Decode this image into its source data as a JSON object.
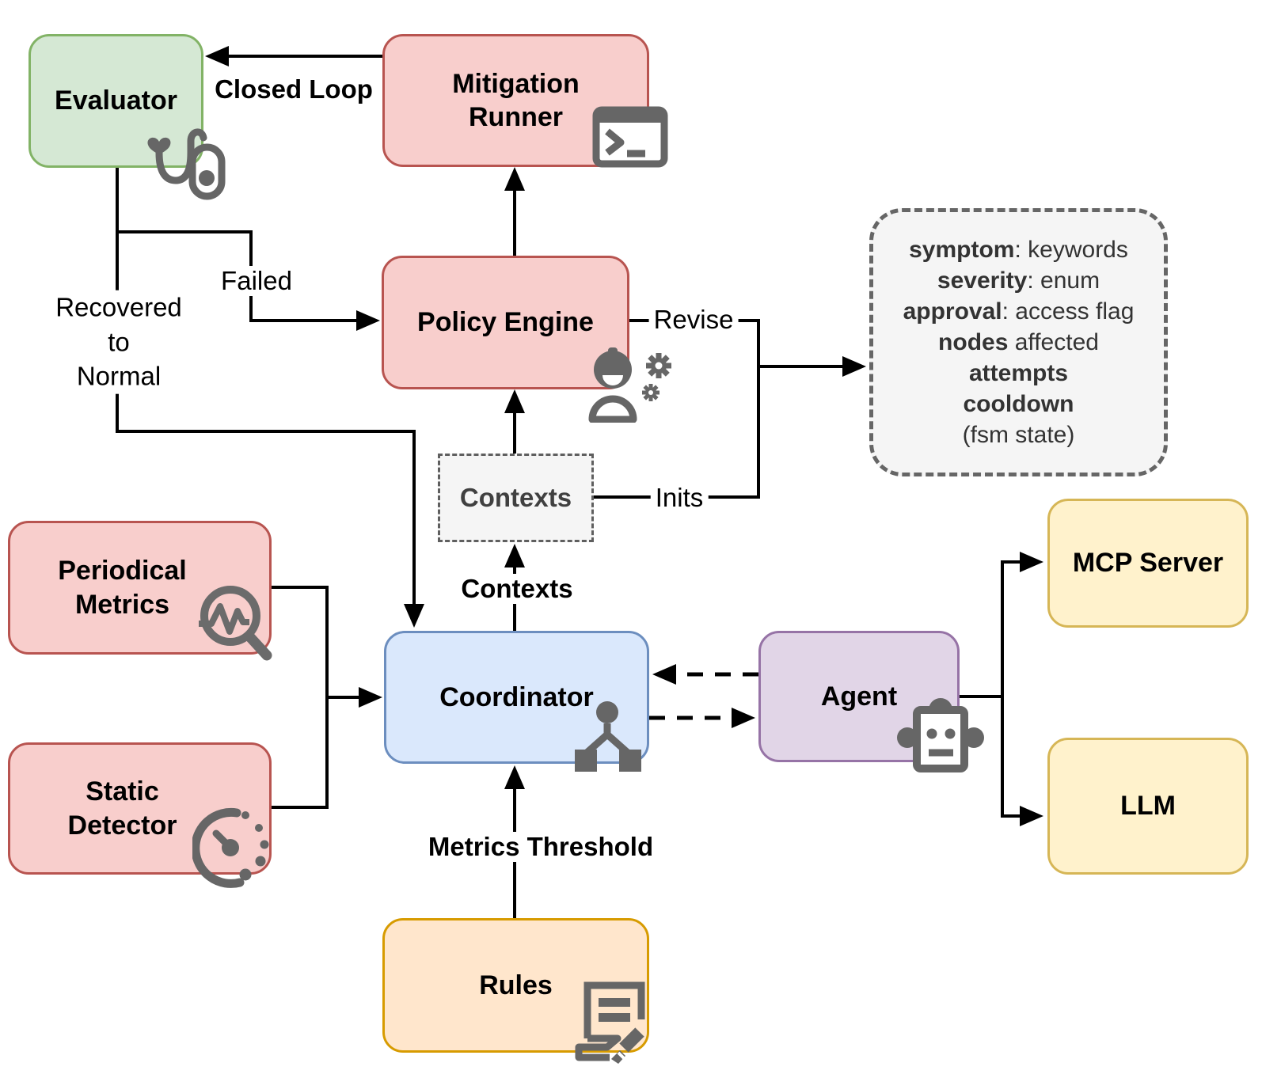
{
  "diagram": {
    "nodes": {
      "evaluator": {
        "label": "Evaluator"
      },
      "mitigation_runner": {
        "label": "Mitigation Runner"
      },
      "policy_engine": {
        "label": "Policy Engine"
      },
      "contexts": {
        "label": "Contexts"
      },
      "coordinator": {
        "label": "Coordinator"
      },
      "agent": {
        "label": "Agent"
      },
      "mcp_server": {
        "label": "MCP Server"
      },
      "llm": {
        "label": "LLM"
      },
      "rules": {
        "label": "Rules"
      },
      "periodical_metrics": {
        "label": "Periodical Metrics"
      },
      "static_detector": {
        "label": "Static Detector"
      }
    },
    "state_box": {
      "lines": [
        {
          "b": "symptom",
          "r": ": keywords"
        },
        {
          "b": "severity",
          "r": ": enum"
        },
        {
          "b": "approval",
          "r": ": access flag"
        },
        {
          "b": "nodes",
          "r": " affected"
        },
        {
          "b": "attempts",
          "r": ""
        },
        {
          "b": "cooldown",
          "r": ""
        },
        {
          "b": "",
          "r": "(fsm state)"
        }
      ]
    },
    "edge_labels": {
      "closed_loop": "Closed Loop",
      "failed": "Failed",
      "recovered": "Recovered\nto\nNormal",
      "revise": "Revise",
      "inits": "Inits",
      "contexts": "Contexts",
      "metrics_threshold": "Metrics Threshold"
    },
    "icons": {
      "evaluator": "stethoscope-icon",
      "mitigation_runner": "terminal-icon",
      "policy_engine": "engineer-gears-icon",
      "coordinator": "network-nodes-icon",
      "agent": "robot-icon",
      "periodical_metrics": "magnifier-pulse-icon",
      "static_detector": "gauge-icon",
      "rules": "document-pencil-icon"
    },
    "colors": {
      "green_fill": "#d5e8d4",
      "green_stroke": "#82b366",
      "red_fill": "#f8cecc",
      "red_stroke": "#b85450",
      "blue_fill": "#dae8fc",
      "blue_stroke": "#6c8ebf",
      "purple_fill": "#e1d5e7",
      "purple_stroke": "#9673a6",
      "yellow_fill": "#fff2cc",
      "yellow_stroke": "#d6b656",
      "orange_fill": "#ffe6cc",
      "orange_stroke": "#d79b00",
      "gray_fill": "#f5f5f5",
      "gray_stroke": "#666666",
      "icon_gray": "#666666",
      "line_black": "#000000"
    }
  }
}
